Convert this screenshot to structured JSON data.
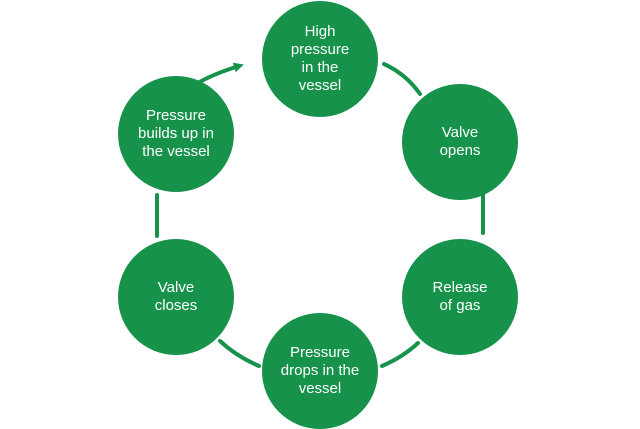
{
  "diagram": {
    "colors": {
      "node_fill": "#16924a",
      "connector": "#16924a",
      "text": "#ffffff"
    },
    "steps": [
      {
        "label": "High\npressure\nin the\nvessel"
      },
      {
        "label": "Valve\nopens"
      },
      {
        "label": "Release\nof gas"
      },
      {
        "label": "Pressure\ndrops in the\nvessel"
      },
      {
        "label": "Valve\ncloses"
      },
      {
        "label": "Pressure\nbuilds up in\nthe vessel"
      }
    ]
  }
}
